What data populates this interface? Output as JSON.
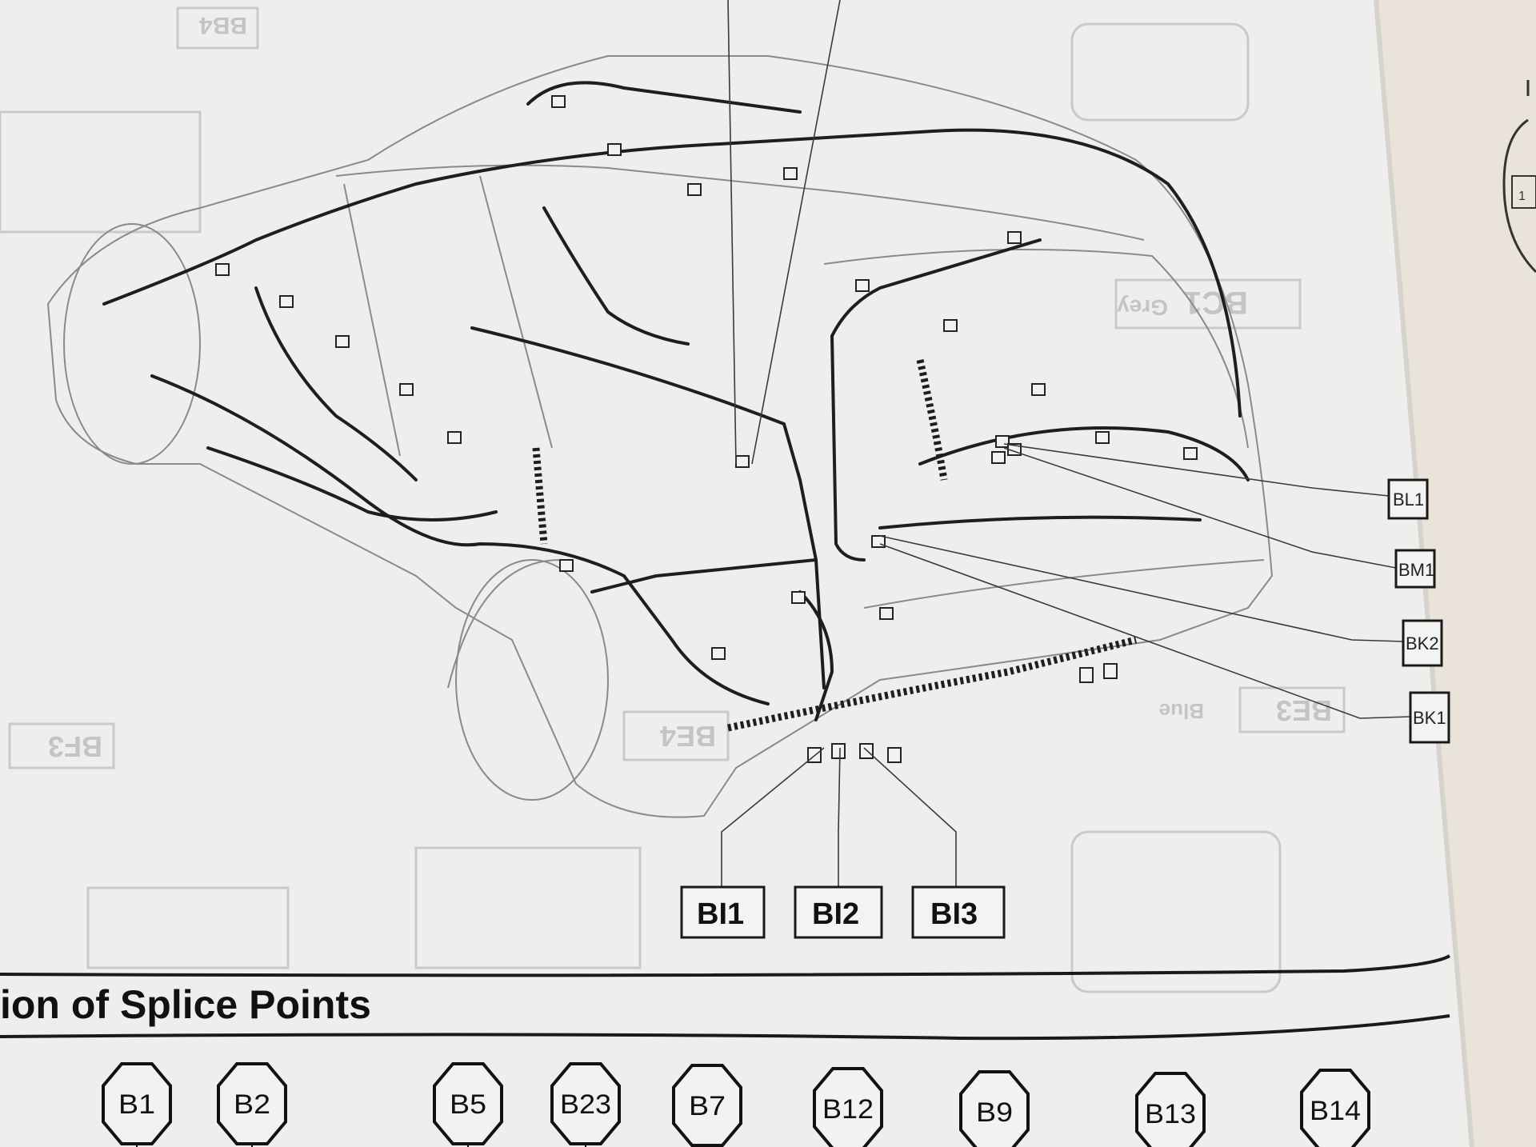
{
  "section_title": "ion of Splice Points",
  "background_ghost_labels": {
    "bb4": "BB4",
    "bc1": "BC1",
    "bc1_color": "Grey",
    "be3": "BE3",
    "be3_color": "Blue",
    "be4": "BE4",
    "bf3": "BF3"
  },
  "connector_labels_right": [
    "BL1",
    "BM1",
    "BK2",
    "BK1"
  ],
  "connector_labels_bottom": [
    "BI1",
    "BI2",
    "BI3"
  ],
  "splice_points": [
    "B1",
    "B2",
    "B5",
    "B23",
    "B7",
    "B12",
    "B9",
    "B13",
    "B14"
  ],
  "facing_page": {
    "pin_label": "1"
  },
  "colors": {
    "paper": "#eeeeec",
    "facing_page": "#e9e3da",
    "ink": "#1e1e22",
    "ghost": "#c9c9cd"
  }
}
